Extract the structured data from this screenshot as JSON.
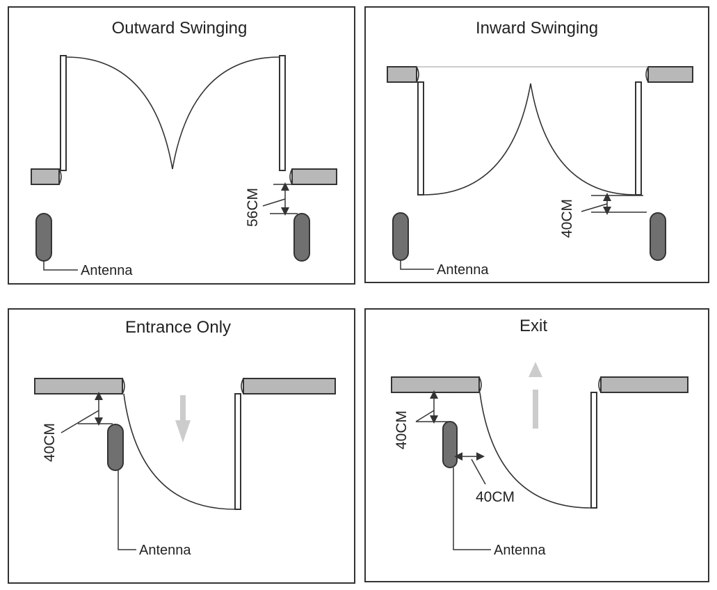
{
  "panels": [
    {
      "title": "Outward Swinging",
      "dimension": "56CM",
      "antenna_label": "Antenna"
    },
    {
      "title": "Inward Swinging",
      "dimension": "40CM",
      "antenna_label": "Antenna"
    },
    {
      "title": "Entrance Only",
      "dimension": "40CM",
      "antenna_label": "Antenna"
    },
    {
      "title": "Exit",
      "dimension": "40CM",
      "dimension_2": "40CM",
      "antenna_label": "Antenna"
    }
  ],
  "colors": {
    "wall": "#b8b8b8",
    "antenna": "#707070",
    "arrow": "#cccccc",
    "line": "#333333"
  }
}
